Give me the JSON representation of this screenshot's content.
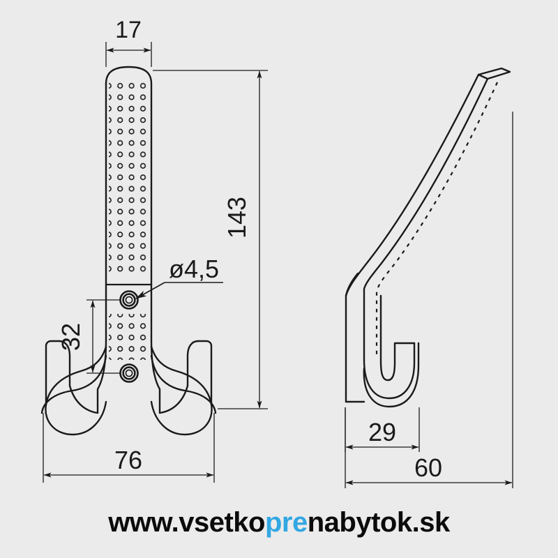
{
  "document": {
    "kind": "technical-drawing",
    "subject": "double coat hook",
    "background_color": "#ebebeb",
    "line_color": "#1a1a1a"
  },
  "views": {
    "front": {
      "label": "front-view",
      "texture": "drilled-dot-pattern",
      "screw_holes": 2
    },
    "side": {
      "label": "side-view",
      "texture": "dashed-seam"
    }
  },
  "dimensions": {
    "width_top": "17",
    "height_total": "143",
    "hole_diameter": "ø4,5",
    "hole_spacing": "32",
    "width_overall": "76",
    "depth_hook": "29",
    "depth_overall": "60"
  },
  "watermark": {
    "prefix": "www.vsetko",
    "highlight": "pre",
    "suffix": "nabytok.sk",
    "highlight_color": "#32a7e2",
    "text_color": "#0b0b0b"
  }
}
